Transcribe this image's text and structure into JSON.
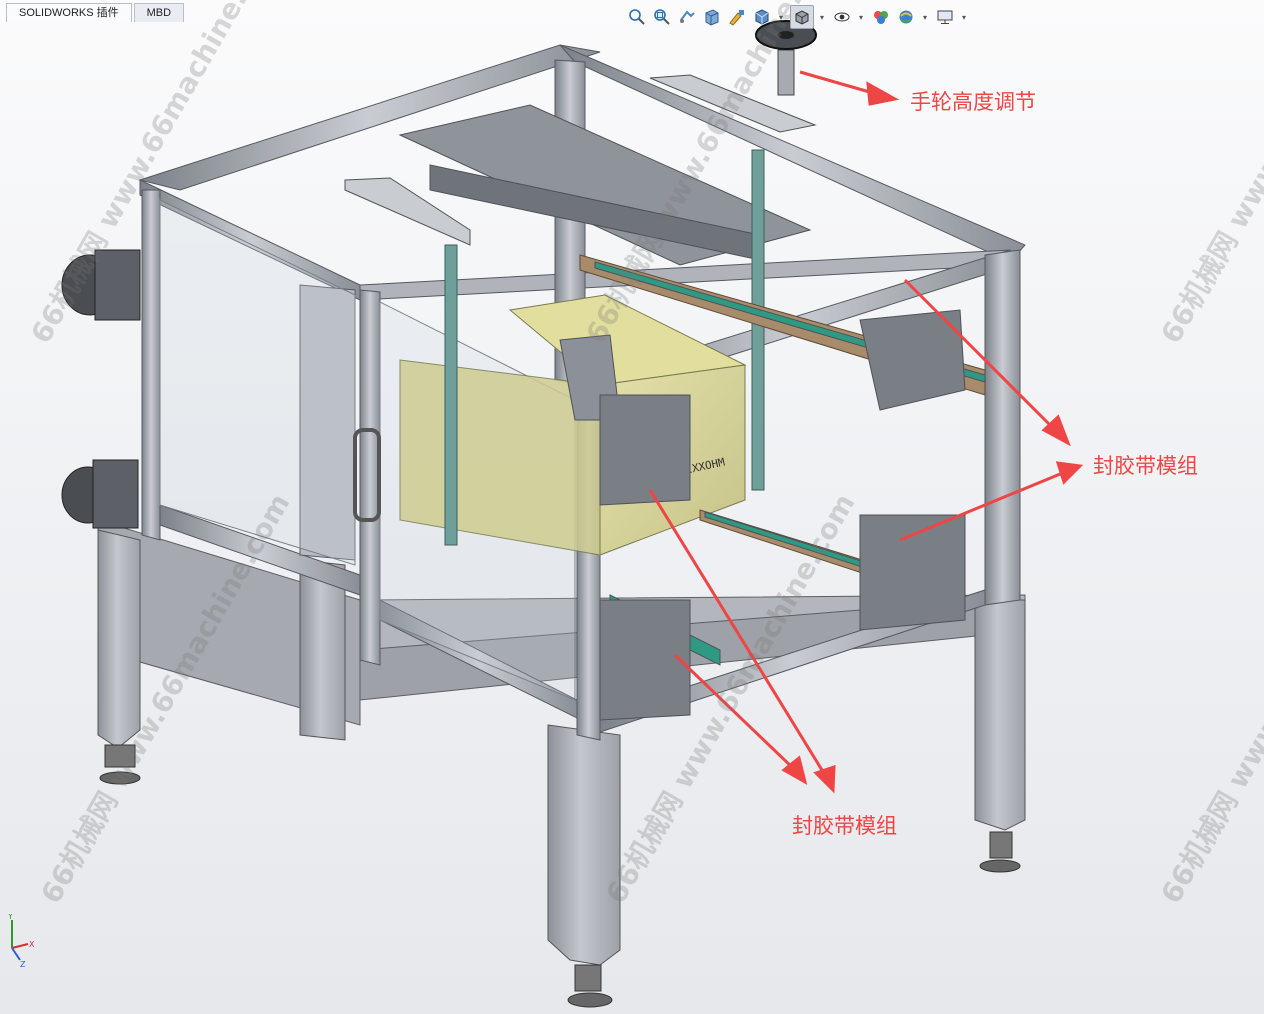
{
  "tabs": [
    {
      "label": "SOLIDWORKS 插件"
    },
    {
      "label": "MBD"
    }
  ],
  "toolbar_icons": [
    "zoom-to-fit-icon",
    "zoom-area-icon",
    "previous-view-icon",
    "section-view-icon",
    "view-settings-icon",
    "view-orientation-icon",
    "display-style-icon",
    "hide-show-icon",
    "edit-appearance-icon",
    "apply-scene-icon",
    "view-monitor-icon"
  ],
  "watermark": {
    "site": "66机械网 www.66machine.com"
  },
  "annotations": {
    "handwheel": "手轮高度调节",
    "tape_module_right": "封胶带模组",
    "tape_module_bottom": "封胶带模组"
  },
  "colors": {
    "annotation": "#ee4545",
    "frame": "#9a9ea6",
    "box": "#d7d49c"
  },
  "part_label": "FIXXOHM",
  "triad": {
    "x": "X",
    "y": "Y",
    "z": "Z"
  }
}
